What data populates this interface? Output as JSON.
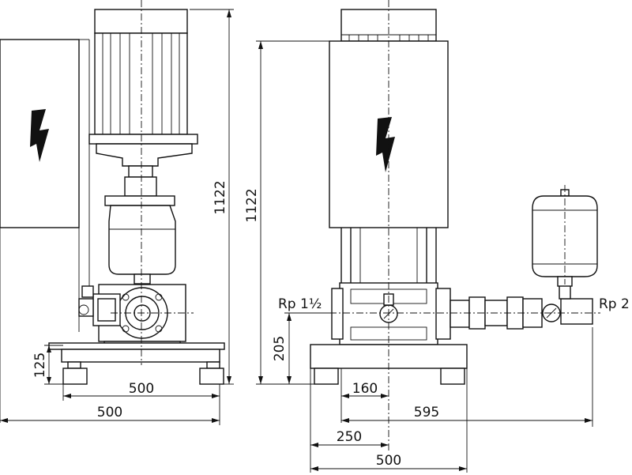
{
  "side_view": {
    "height_label": "1122",
    "base_height_label": "125",
    "frame_width_label": "500",
    "total_width_label": "500"
  },
  "front_view": {
    "height_label": "1122",
    "axis_height_label": "205",
    "suction_label": "Rp 1½",
    "discharge_label": "Rp 2",
    "offset_label": "160",
    "length_label": "595",
    "half_width_label": "250",
    "base_width_label": "500"
  }
}
